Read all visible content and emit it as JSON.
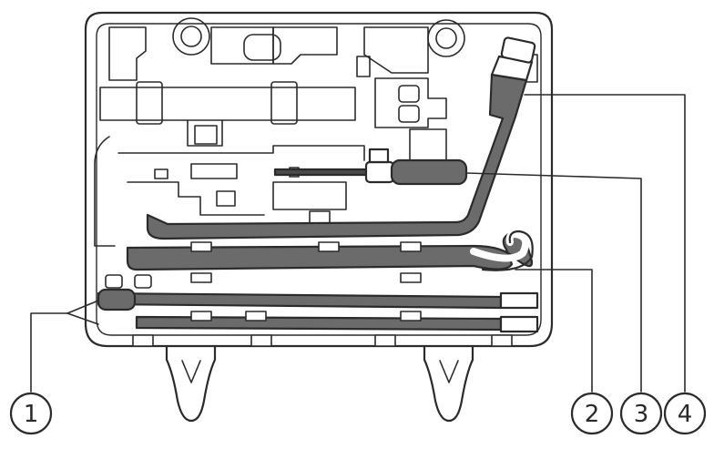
{
  "callouts": [
    {
      "id": "1",
      "label": "1"
    },
    {
      "id": "2",
      "label": "2"
    },
    {
      "id": "3",
      "label": "3"
    },
    {
      "id": "4",
      "label": "4"
    }
  ],
  "colors": {
    "line": "#2b2b2b",
    "tool_fill": "#6b6b6b",
    "tool_dark": "#4a4a4a",
    "background": "#ffffff"
  }
}
